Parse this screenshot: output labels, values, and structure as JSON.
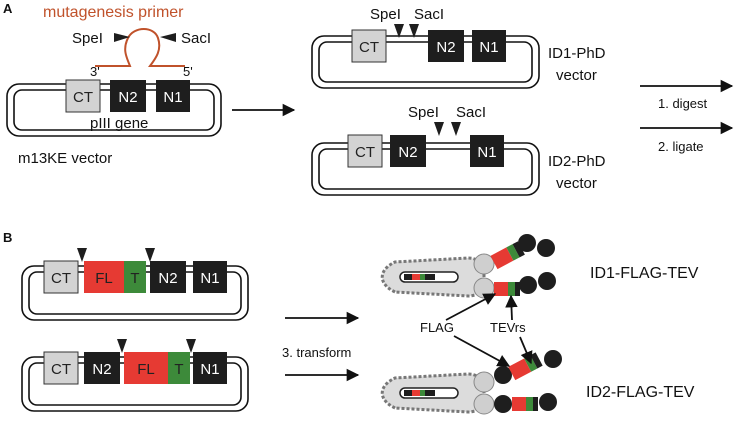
{
  "panels": {
    "a": "A",
    "b": "B"
  },
  "primer": {
    "title": "mutagenesis primer",
    "spe": "SpeI",
    "sac": "SacI",
    "end3": "3'",
    "end5": "5'",
    "color": "#c0522b"
  },
  "m13ke": {
    "ct": "CT",
    "n2": "N2",
    "n1": "N1",
    "gene": "pIII gene",
    "name": "m13KE vector"
  },
  "id1phd": {
    "site1": "SpeI",
    "site2": "SacI",
    "ct": "CT",
    "n2": "N2",
    "n1": "N1",
    "name1": "ID1-PhD",
    "name2": "vector"
  },
  "id2phd": {
    "site1": "SpeI",
    "site2": "SacI",
    "ct": "CT",
    "n2": "N2",
    "n1": "N1",
    "name1": "ID2-PhD",
    "name2": "vector"
  },
  "steps": {
    "digest": "1. digest",
    "ligate": "2. ligate",
    "transform": "3. transform"
  },
  "id1flag": {
    "ct": "CT",
    "fl": "FL",
    "t": "T",
    "n2": "N2",
    "n1": "N1",
    "name": "ID1-FLAG-TEV"
  },
  "id2flag": {
    "ct": "CT",
    "n2": "N2",
    "fl": "FL",
    "t": "T",
    "n1": "N1",
    "name": "ID2-FLAG-TEV"
  },
  "labels": {
    "flag": "FLAG",
    "tevrs": "TEVrs"
  },
  "colors": {
    "dark": "#1e1e1e",
    "light": "#d3d3d3",
    "red": "#e63a33",
    "green": "#3d8a3a"
  }
}
